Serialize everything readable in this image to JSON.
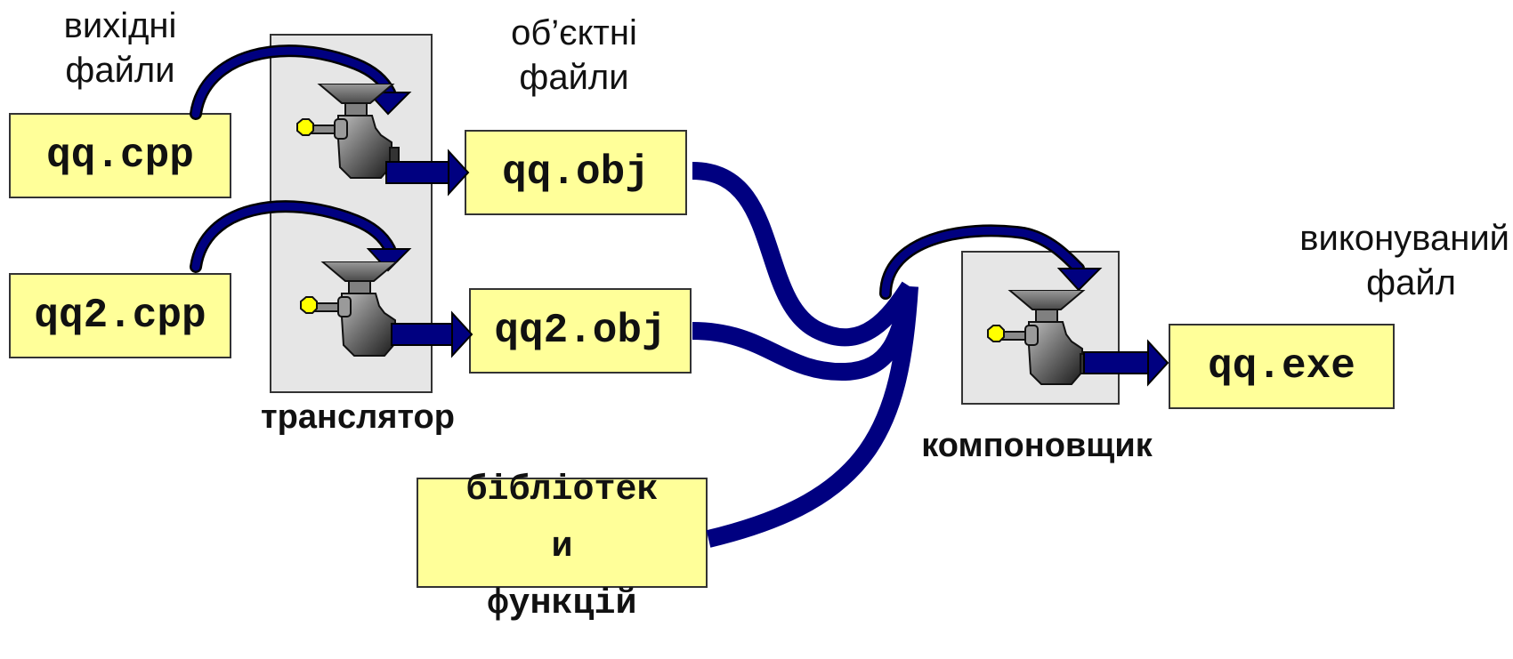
{
  "captions": {
    "source": [
      "вихідні",
      "файли"
    ],
    "object": [
      "об’єктні",
      "файли"
    ],
    "executable": [
      "виконуваний",
      "файл"
    ],
    "translator": "транслятор",
    "linker": "компоновщик"
  },
  "files": {
    "src1": "qq.cpp",
    "src2": "qq2.cpp",
    "obj1": "qq.obj",
    "obj2": "qq2.obj",
    "exe": "qq.exe",
    "library": [
      "бібліотек",
      "и",
      "функцій"
    ]
  },
  "colors": {
    "arrow": "#000080",
    "file_fill": "#ffff99",
    "panel_fill": "#e6e6e6",
    "knob": "#ffff00"
  }
}
